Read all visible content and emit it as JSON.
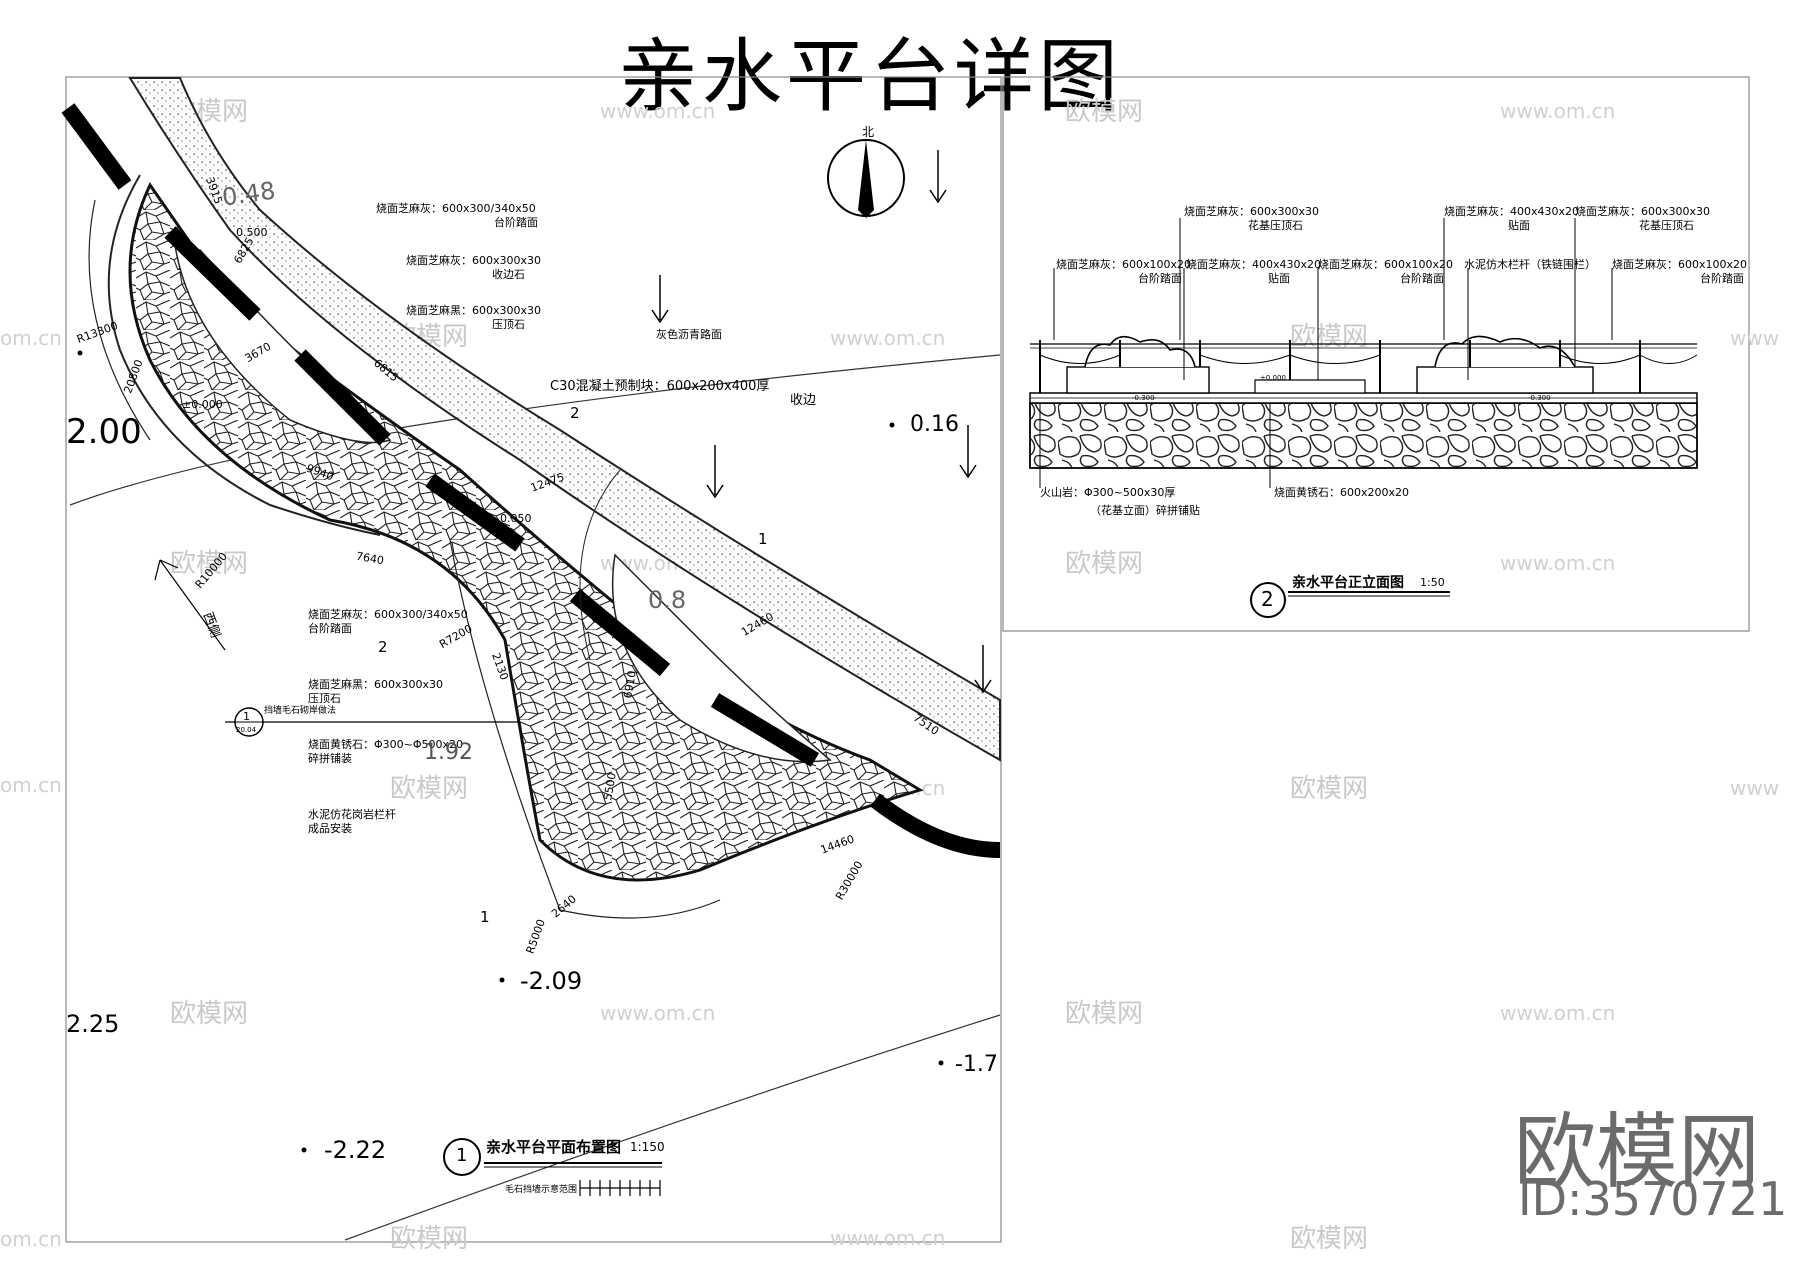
{
  "title": "亲水平台详图",
  "north_label": "北",
  "plan": {
    "caption_number": "1",
    "caption_ref": "20.04",
    "caption": "亲水平台平面布置图",
    "scale": "1:150",
    "scale_note": "毛石挡墙示意范围",
    "stone_wall_note": "挡墙毛石砌岸做法",
    "notes_top": [
      {
        "title": "烧面芝麻灰：600x300/340x50",
        "sub": "台阶踏面"
      },
      {
        "title": "烧面芝麻灰：600x300x30",
        "sub": "收边石"
      },
      {
        "title": "烧面芝麻黑：600x300x30",
        "sub": "压顶石"
      },
      {
        "title": "灰色沥青路面",
        "sub": ""
      },
      {
        "title": "C30混凝土预制块：600x200x400厚",
        "sub": "收边"
      }
    ],
    "notes_left": [
      {
        "title": "烧面芝麻灰：600x300/340x50",
        "sub": "台阶踏面"
      },
      {
        "title": "烧面芝麻黑：600x300x30",
        "sub": "压顶石"
      },
      {
        "title": "烧面黄锈石：Φ300~Φ500x20",
        "sub": "碎拼铺装"
      },
      {
        "title": "水泥仿花岗岩栏杆",
        "sub": "成品安装"
      }
    ],
    "elevations": [
      "2.00",
      "0.16",
      "1.92",
      "-2.09",
      "2.25",
      "-2.22",
      "-1.7",
      "0.48",
      "0.8"
    ],
    "dims": [
      "R13300",
      "20800",
      "3915",
      "R10000",
      "7640",
      "R7200",
      "2130",
      "6815",
      "12475",
      "12460",
      "7510",
      "R5000",
      "2640",
      "14460",
      "R30000",
      "3670",
      "9940",
      "6910",
      "5500",
      "6825"
    ],
    "levels": [
      "±0.000",
      "0.500",
      "0.050"
    ],
    "zones": [
      "1",
      "2",
      "2",
      "1",
      "1"
    ],
    "direction_label": "西侧"
  },
  "elevation": {
    "caption_number": "2",
    "caption": "亲水平台正立面图",
    "scale": "1:50",
    "labels_top": [
      {
        "title": "烧面芝麻灰：600x100x20",
        "sub": "台阶踏面"
      },
      {
        "title": "烧面芝麻灰：600x300x30",
        "sub": "花基压顶石"
      },
      {
        "title": "烧面芝麻灰：400x430x20",
        "sub": "贴面"
      },
      {
        "title": "烧面芝麻灰：600x100x20",
        "sub": "台阶踏面"
      },
      {
        "title": "烧面芝麻灰：400x430x20",
        "sub": "贴面"
      },
      {
        "title": "水泥仿木栏杆（铁链围栏）",
        "sub": ""
      },
      {
        "title": "烧面芝麻灰：600x300x30",
        "sub": "花基压顶石"
      },
      {
        "title": "烧面芝麻灰：600x100x20",
        "sub": "台阶踏面"
      }
    ],
    "labels_bottom": [
      {
        "title": "火山岩：Φ300~500x30厚",
        "sub": "（花基立面）碎拼铺贴"
      },
      {
        "title": "烧面黄锈石：600x200x20",
        "sub": ""
      }
    ],
    "levels": [
      "±0.000",
      "-0.300",
      "-0.300"
    ]
  },
  "watermarks": {
    "logo": "欧模网",
    "url": "www.om.cn"
  },
  "brand": {
    "name": "欧模网",
    "id": "ID:3570721"
  }
}
